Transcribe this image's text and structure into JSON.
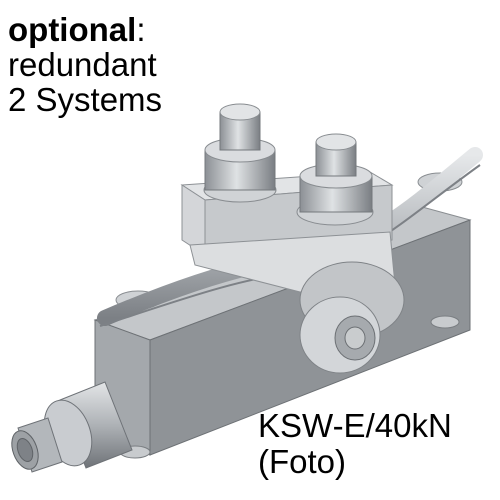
{
  "caption": {
    "optional_bold": "optional",
    "optional_colon": ":",
    "line2": "redundant",
    "line3": "2 Systems"
  },
  "model": {
    "name": "KSW-E/40kN",
    "note": "(Foto)"
  },
  "colors": {
    "steel_light": "#d9dbdd",
    "steel_mid": "#a9adb1",
    "steel_dark": "#6e7277",
    "block_front": "#8d9195",
    "block_top": "#c3c6c9"
  },
  "icons": [
    "device-illustration"
  ]
}
